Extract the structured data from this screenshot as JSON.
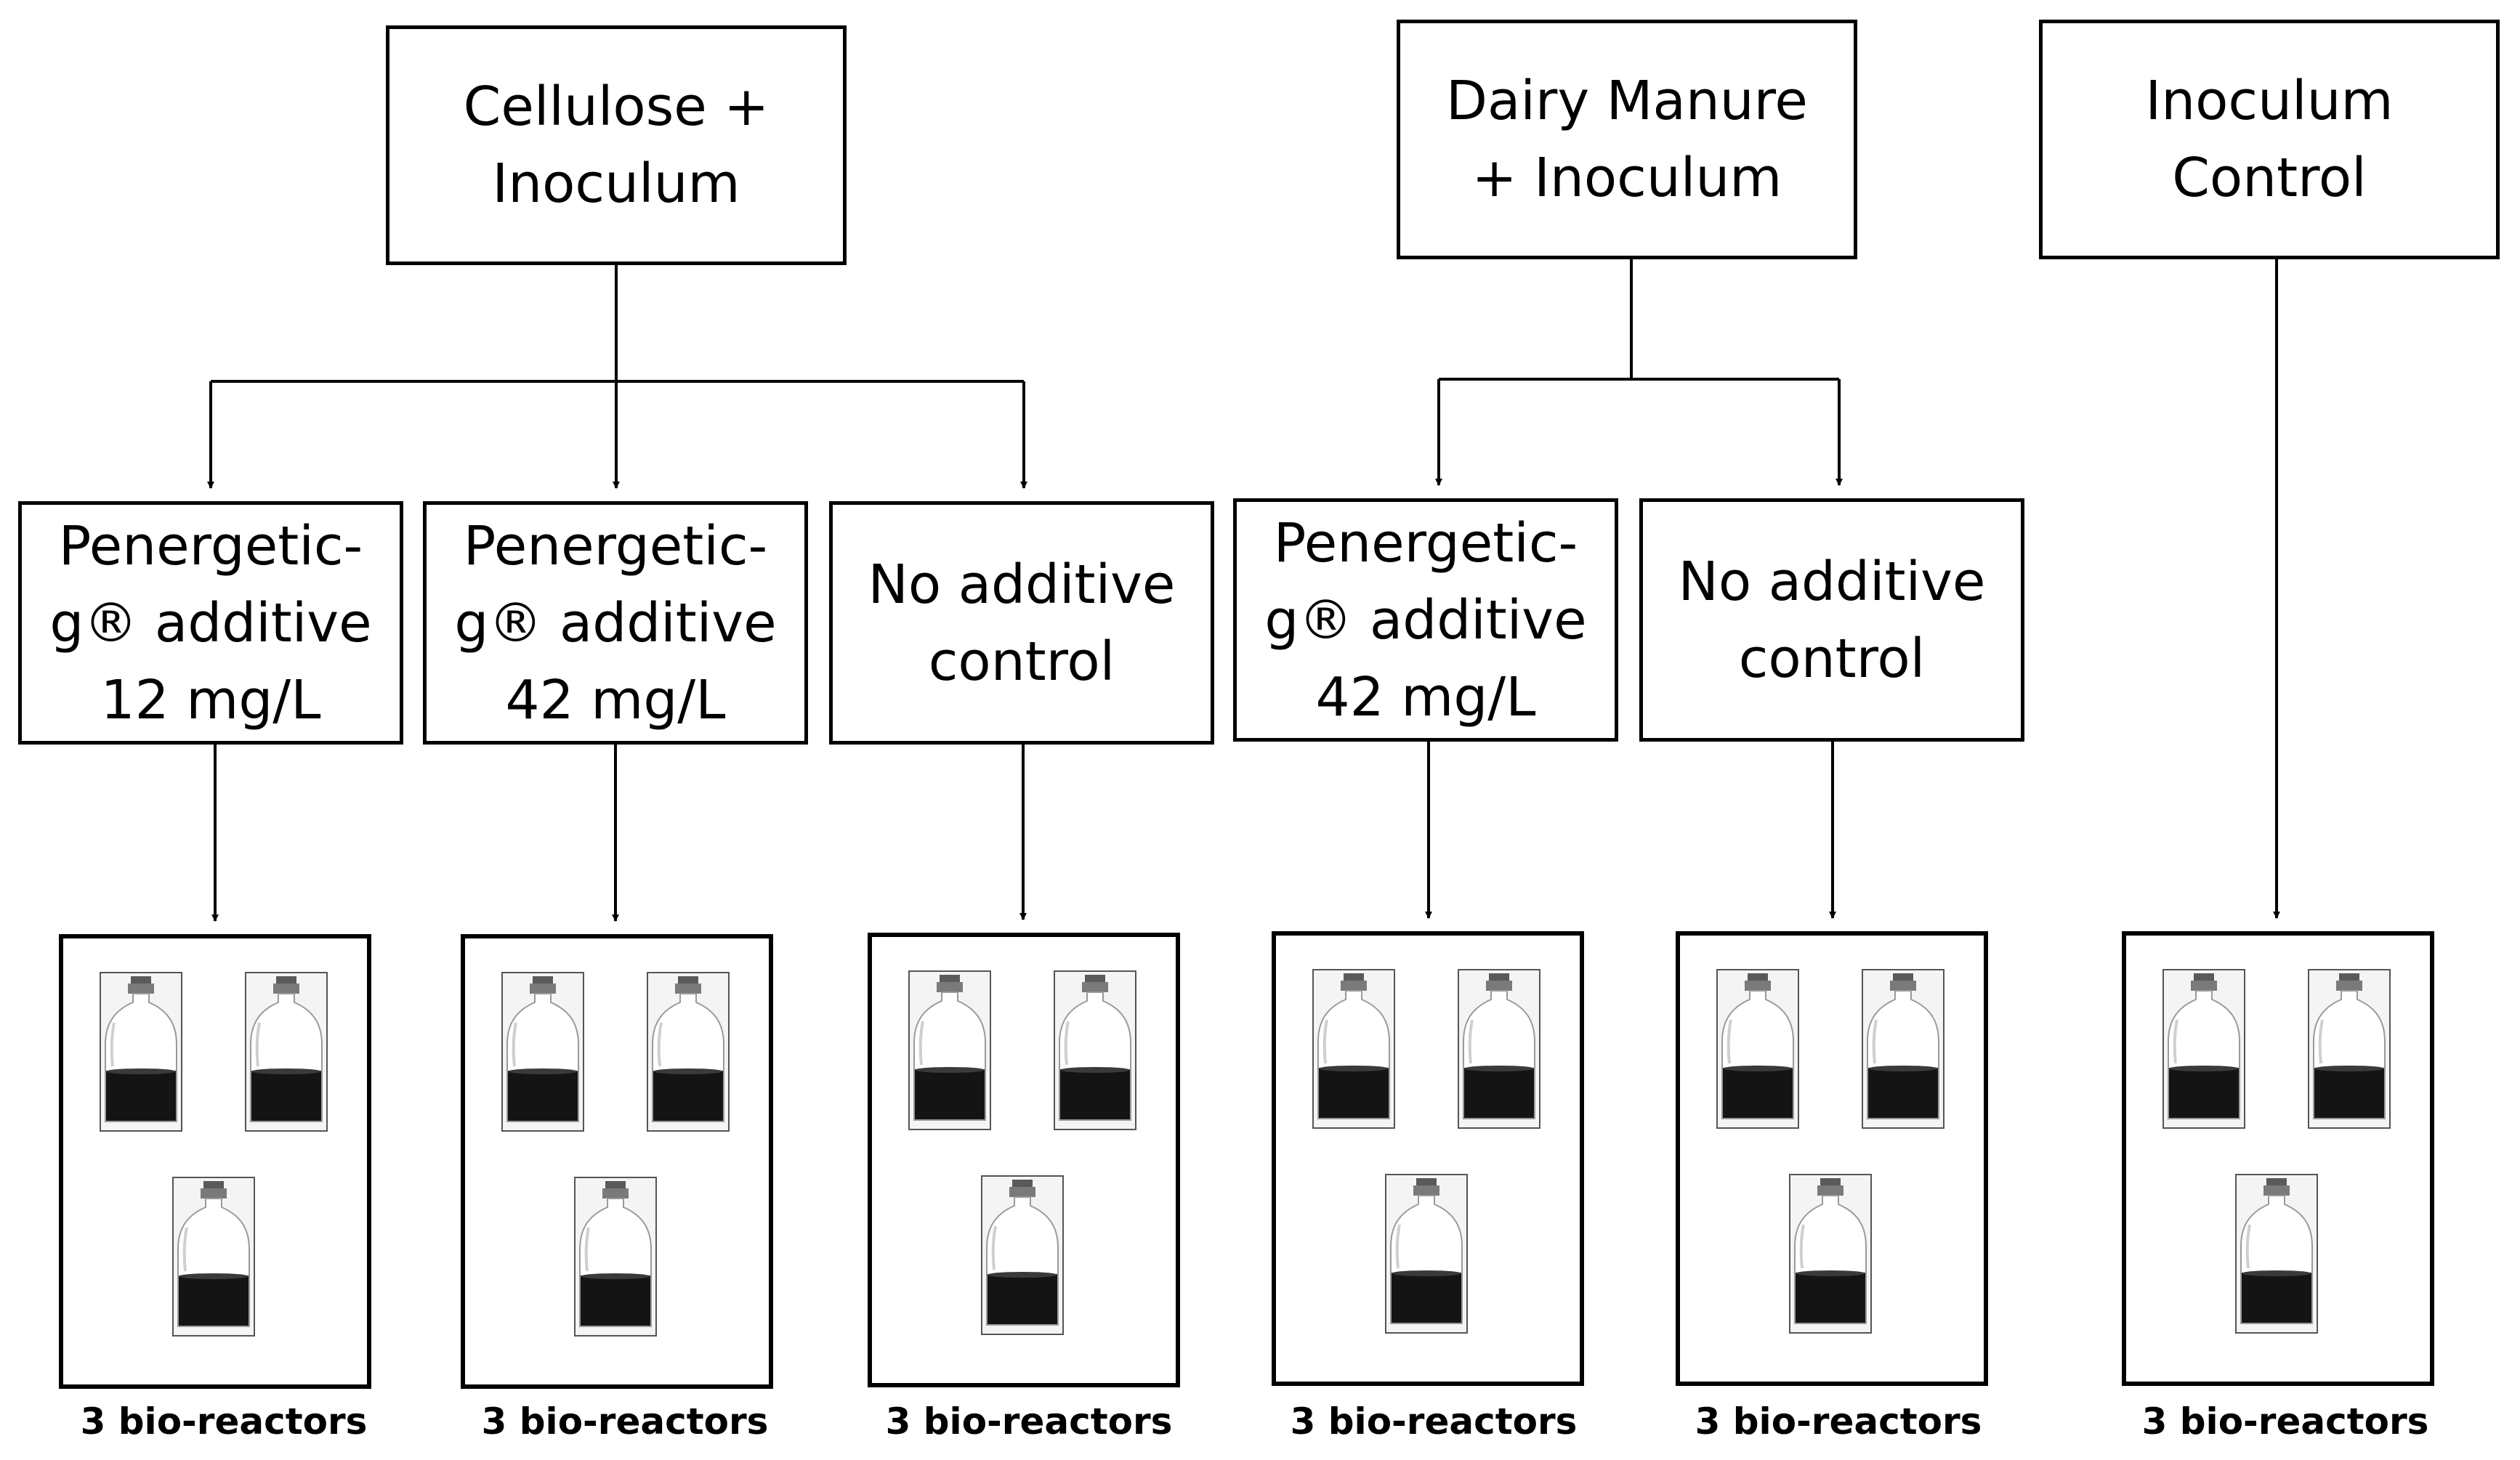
{
  "top_nodes": [
    {
      "id": "cellulose",
      "label": "Cellulose +\nInoculum"
    },
    {
      "id": "dairy",
      "label": "Dairy Manure\n+ Inoculum"
    },
    {
      "id": "control",
      "label": "Inoculum\nControl"
    }
  ],
  "treatments": [
    {
      "id": "t1",
      "label": "Penergetic-\ng® additive\n12 mg/L",
      "parent": "cellulose"
    },
    {
      "id": "t2",
      "label": "Penergetic-\ng® additive\n42 mg/L",
      "parent": "cellulose"
    },
    {
      "id": "t3",
      "label": "No additive\ncontrol",
      "parent": "cellulose"
    },
    {
      "id": "t4",
      "label": "Penergetic-\ng® additive\n42 mg/L",
      "parent": "dairy"
    },
    {
      "id": "t5",
      "label": "No additive\ncontrol",
      "parent": "dairy"
    }
  ],
  "reactor_groups": [
    {
      "id": "r1",
      "parent": "t1",
      "label": "3 bio-reactors",
      "bottle_count": 3
    },
    {
      "id": "r2",
      "parent": "t2",
      "label": "3 bio-reactors",
      "bottle_count": 3
    },
    {
      "id": "r3",
      "parent": "t3",
      "label": "3 bio-reactors",
      "bottle_count": 3
    },
    {
      "id": "r4",
      "parent": "t4",
      "label": "3 bio-reactors",
      "bottle_count": 3
    },
    {
      "id": "r5",
      "parent": "t5",
      "label": "3 bio-reactors",
      "bottle_count": 3
    },
    {
      "id": "r6",
      "parent": "control",
      "label": "3 bio-reactors",
      "bottle_count": 3
    }
  ]
}
